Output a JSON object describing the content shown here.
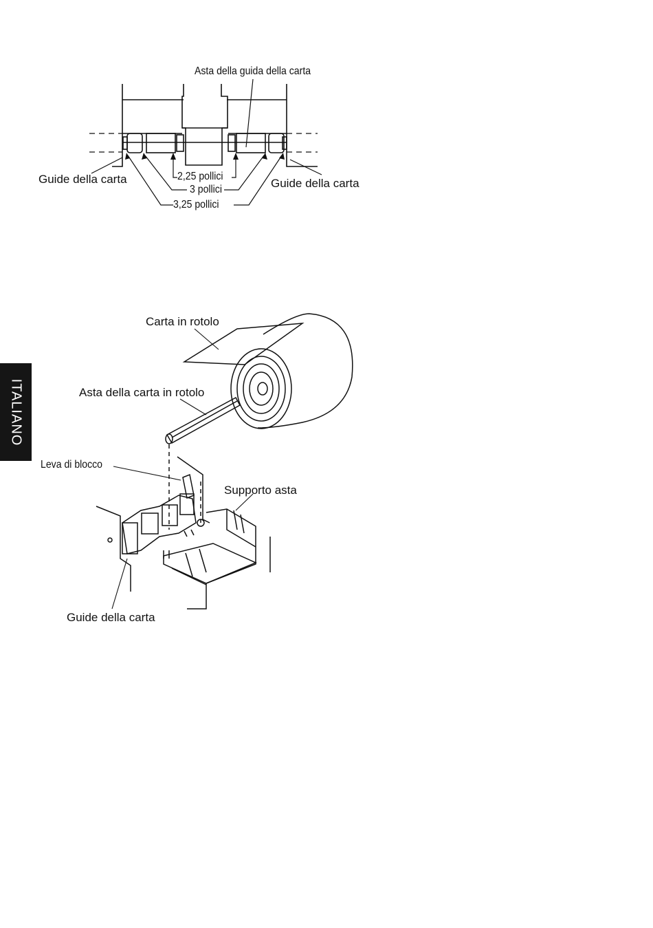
{
  "side_tab": {
    "language": "ITALIANO"
  },
  "figure1": {
    "rod_label": "Asta della guida della carta",
    "guide_left_label": "Guide della carta",
    "guide_right_label": "Guide della carta",
    "width_small": "2,25 pollici",
    "width_medium": "3 pollici",
    "width_large": "3,25 pollici"
  },
  "figure2": {
    "roll_paper_label": "Carta in rotolo",
    "roll_rod_label": "Asta della carta in rotolo",
    "lock_lever_label": "Leva di blocco",
    "rod_support_label": "Supporto asta",
    "paper_guide_label": "Guide della carta"
  },
  "colors": {
    "ink": "#111111",
    "tab_background": "#151515",
    "tab_text": "#ffffff",
    "page": "#ffffff"
  }
}
